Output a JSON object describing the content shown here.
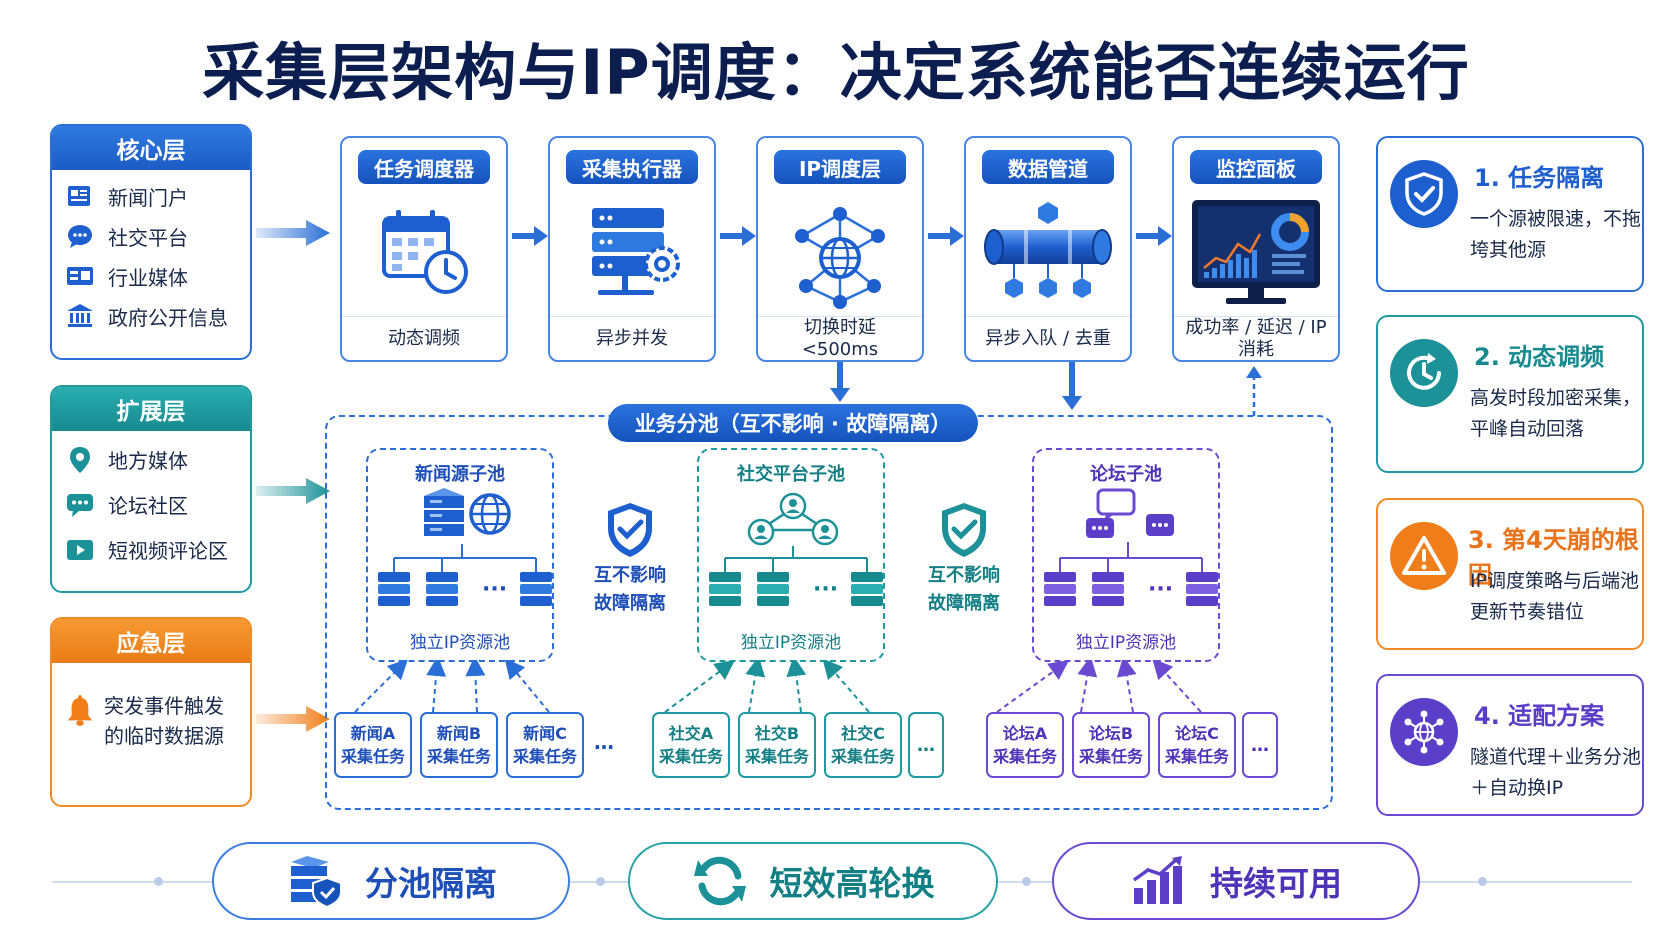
{
  "title": "采集层架构与IP调度：决定系统能否连续运行",
  "layers": {
    "core": {
      "title": "核心层",
      "items": [
        {
          "label": "新闻门户",
          "icon": "newspaper-icon"
        },
        {
          "label": "社交平台",
          "icon": "chat-bubble-icon"
        },
        {
          "label": "行业媒体",
          "icon": "media-card-icon"
        },
        {
          "label": "政府公开信息",
          "icon": "government-building-icon"
        }
      ]
    },
    "ext": {
      "title": "扩展层",
      "items": [
        {
          "label": "地方媒体",
          "icon": "location-pin-icon"
        },
        {
          "label": "论坛社区",
          "icon": "forum-chat-icon"
        },
        {
          "label": "短视频评论区",
          "icon": "video-play-icon"
        }
      ]
    },
    "emg": {
      "title": "应急层",
      "items": [
        {
          "label": "突发事件触发的临时数据源",
          "icon": "alarm-bell-icon"
        }
      ]
    }
  },
  "pipeline": [
    {
      "title": "任务调度器",
      "desc": "动态调频",
      "icon": "calendar-clock-icon"
    },
    {
      "title": "采集执行器",
      "desc": "异步并发",
      "icon": "server-gear-icon"
    },
    {
      "title": "IP调度层",
      "desc": "切换时延 <500ms",
      "icon": "network-globe-icon"
    },
    {
      "title": "数据管道",
      "desc": "异步入队 / 去重",
      "icon": "pipeline-icon"
    },
    {
      "title": "监控面板",
      "desc": "成功率 / 延迟 / IP消耗",
      "icon": "monitor-dashboard-icon"
    }
  ],
  "pool": {
    "title": "业务分池（互不影响 · 故障隔离）",
    "isolation_label_1": "互不影响",
    "isolation_label_2": "故障隔离",
    "subpools": [
      {
        "title": "新闻源子池",
        "bottom": "独立IP资源池",
        "tasks": [
          [
            "新闻A",
            "采集任务"
          ],
          [
            "新闻B",
            "采集任务"
          ],
          [
            "新闻C",
            "采集任务"
          ]
        ],
        "more": "…"
      },
      {
        "title": "社交平台子池",
        "bottom": "独立IP资源池",
        "tasks": [
          [
            "社交A",
            "采集任务"
          ],
          [
            "社交B",
            "采集任务"
          ],
          [
            "社交C",
            "采集任务"
          ]
        ],
        "more": "…"
      },
      {
        "title": "论坛子池",
        "bottom": "独立IP资源池",
        "tasks": [
          [
            "论坛A",
            "采集任务"
          ],
          [
            "论坛B",
            "采集任务"
          ],
          [
            "论坛C",
            "采集任务"
          ]
        ],
        "more": "…"
      }
    ]
  },
  "cards": [
    {
      "title": "1. 任务隔离",
      "desc": "一个源被限速，不拖垮其他源",
      "icon": "shield-check-icon"
    },
    {
      "title": "2. 动态调频",
      "desc": "高发时段加密采集，平峰自动回落",
      "icon": "clock-refresh-icon"
    },
    {
      "title": "3. 第4天崩的根因",
      "desc": "IP调度策略与后端池更新节奏错位",
      "icon": "warning-triangle-icon"
    },
    {
      "title": "4. 适配方案",
      "desc": "隧道代理＋业务分池＋自动换IP",
      "icon": "network-hub-icon"
    }
  ],
  "bottom": [
    {
      "label": "分池隔离",
      "icon": "server-shield-icon"
    },
    {
      "label": "短效高轮换",
      "icon": "rotate-arrows-icon"
    },
    {
      "label": "持续可用",
      "icon": "bar-chart-up-icon"
    }
  ],
  "colors": {
    "blue": "#1e5fd0",
    "teal": "#1c9298",
    "orange": "#ef7e1a",
    "purple": "#5b3fc9",
    "navy": "#0b1e4f"
  }
}
